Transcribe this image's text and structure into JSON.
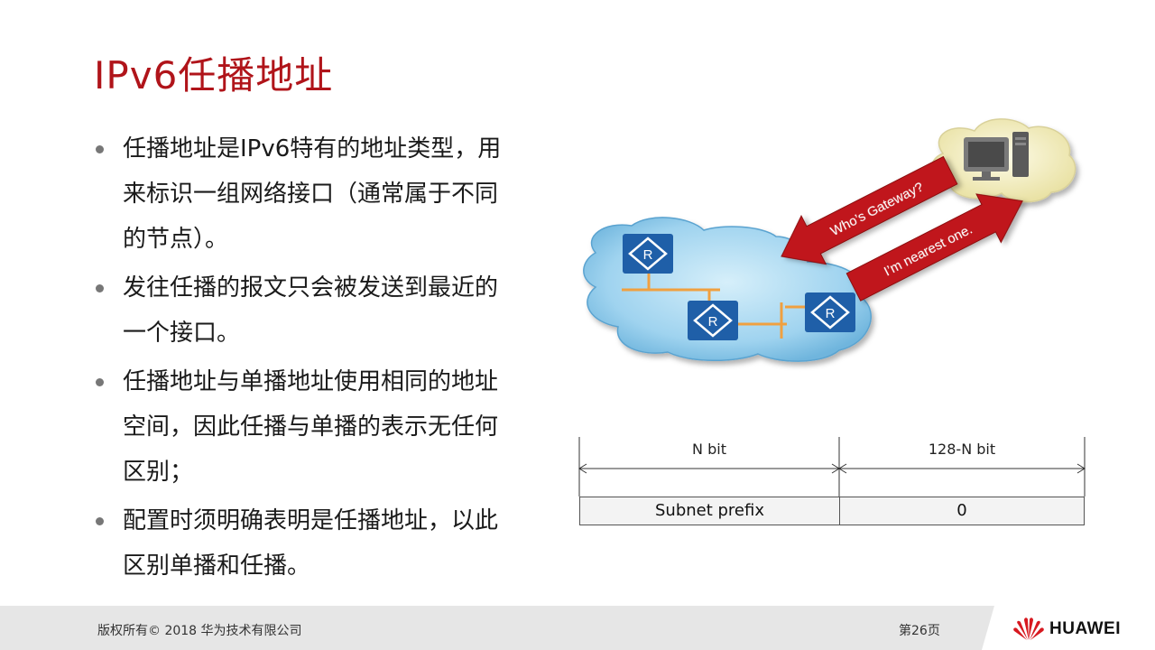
{
  "slide": {
    "title": "IPv6任播地址",
    "bullets": [
      {
        "lines": [
          "任播地址是IPv6特有的地址类型，用",
          "来标识一组网络接口（通常属于不同",
          "的节点）。"
        ]
      },
      {
        "lines": [
          "发往任播的报文只会被发送到最近的",
          "一个接口。"
        ]
      },
      {
        "lines": [
          "任播地址与单播地址使用相同的地址",
          "空间，因此任播与单播的表示无任何",
          "区别；"
        ]
      },
      {
        "lines": [
          "配置时须明确表明是任播地址，以此",
          "区别单播和任播。"
        ]
      }
    ]
  },
  "diagram": {
    "arrow_request": "Who’s Gateway?",
    "arrow_reply": "I’m nearest one.",
    "router_label": "R",
    "colors": {
      "cloud_blue": "#9fd3ef",
      "cloud_yellow": "#f5f1c2",
      "arrow_red": "#c0141a",
      "router_blue": "#1f5fa8",
      "link_orange": "#f0a040"
    }
  },
  "address_format": {
    "left_header": "N bit",
    "right_header": "128-N bit",
    "left_cell": "Subnet prefix",
    "right_cell": "0"
  },
  "footer": {
    "copyright": "版权所有© 2018 华为技术有限公司",
    "page": "第26页",
    "brand": "HUAWEI"
  }
}
